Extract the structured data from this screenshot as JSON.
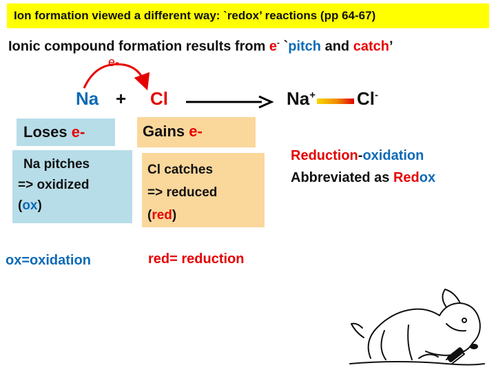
{
  "title": "Ion formation viewed a different way: `redox’ reactions (pp 64-67)",
  "subtitle": {
    "prefix": "Ionic compound formation results from ",
    "e": "e",
    "e_sup": "-",
    "middle": " `",
    "pitch": "pitch",
    "and": " and ",
    "catch": "catch",
    "end": "’"
  },
  "arrow_label": "e-",
  "equation": {
    "na": "Na",
    "plus": "+",
    "cl": "Cl",
    "product_na": "Na",
    "product_na_sup": "+",
    "product_cl": "Cl",
    "product_cl_sup": "-"
  },
  "loses": {
    "text": "Loses ",
    "e": "e-"
  },
  "gains": {
    "text": "Gains ",
    "e": "e-"
  },
  "na_box": {
    "line1": "Na pitches",
    "line2": "=> oxidized",
    "open": "(",
    "ox": "ox",
    "close": ")"
  },
  "cl_box": {
    "line1": "Cl catches",
    "line2": "=>  reduced",
    "open": "(",
    "red": "red",
    "close": ")"
  },
  "redox_note": {
    "reduction": "Reduction",
    "dash": "-",
    "oxidation": "oxidation",
    "abbr": "Abbreviated as ",
    "red": "Red",
    "ox": "ox"
  },
  "ox_def": "ox=oxidation",
  "red_def": "red= reduction",
  "colors": {
    "title_bg": "#ffff00",
    "red": "#e60000",
    "blue": "#0d6ab6",
    "blue_box": "#b7dde8",
    "tan_box": "#fad79b"
  }
}
